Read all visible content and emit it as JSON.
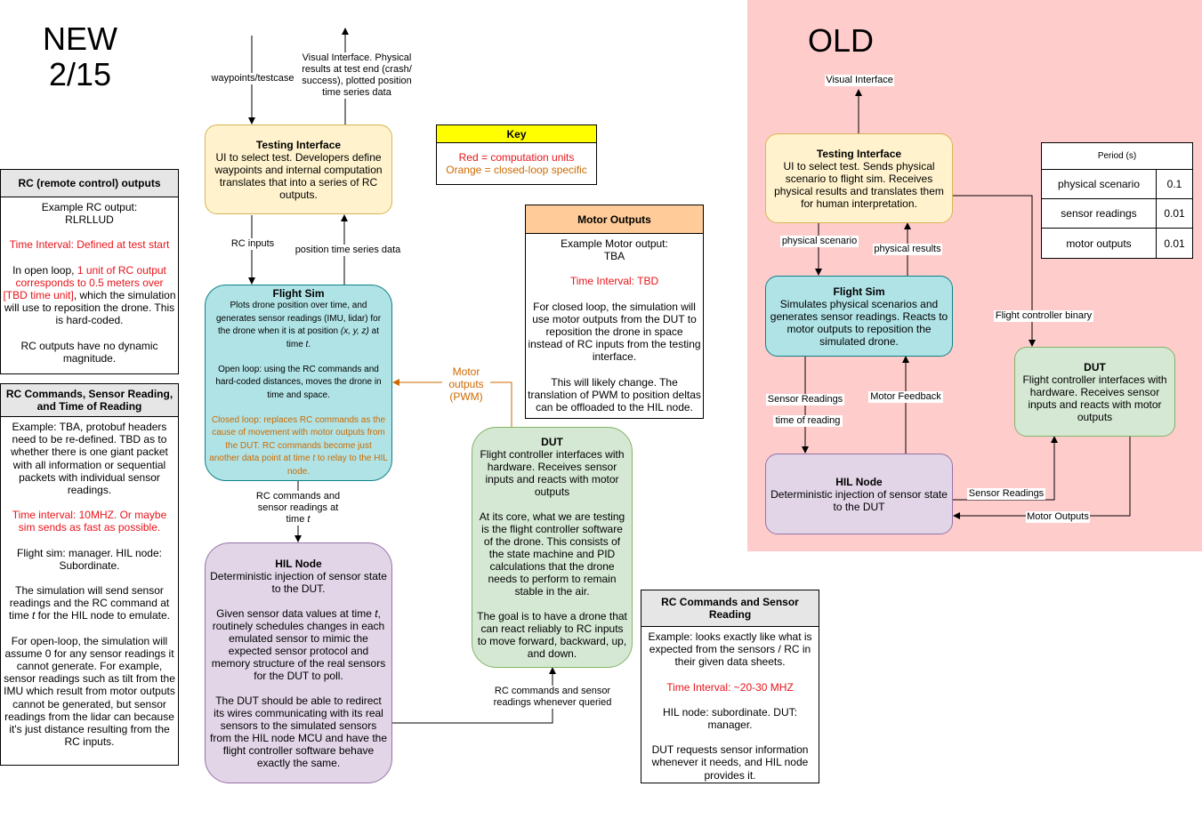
{
  "new_header": {
    "line1": "NEW",
    "line2": "2/15"
  },
  "old_header": "OLD",
  "key": {
    "title": "Key",
    "red": "Red = computation units",
    "orange": "Orange = closed-loop specific"
  },
  "rc_outputs": {
    "title": "RC (remote control) outputs",
    "example": "Example RC output: RLRLLUD",
    "time": "Time Interval: Defined at test start",
    "p1_a": "In open loop, ",
    "p1_red": "1 unit of RC output corresponds to 0.5 meters over [TBD time unit]",
    "p1_b": ", which the simulation will use to reposition the drone. This is hard-coded.",
    "p2": "RC outputs have no dynamic magnitude."
  },
  "rc_sensor_time": {
    "title": "RC Commands, Sensor Reading, and Time of Reading",
    "example": "Example: TBA, protobuf headers need to be re-defined. TBD as to whether there is one giant packet with all information or sequential packets with individual sensor readings.",
    "time": "Time interval: 10MHZ. Or maybe sim sends as fast as possible.",
    "roles": "Flight sim: manager. HIL node: Subordinate.",
    "p1_a": "The simulation will send sensor readings and the RC command at time ",
    "p1_t": "t",
    "p1_b": " for the HIL node to emulate.",
    "p2": "For open-loop, the simulation will assume 0 for any sensor readings it cannot generate. For example, sensor readings such as tilt from the IMU which result from motor outputs cannot be generated, but sensor readings from the lidar can because it's just distance resulting from the RC inputs."
  },
  "testing_interface_new": {
    "title": "Testing Interface",
    "body": "UI to select test. Developers define waypoints and internal computation translates that into a series of RC outputs."
  },
  "flight_sim_new": {
    "title": "Flight Sim",
    "p1_a": "Plots drone position over time, and generates sensor readings (IMU, lidar) for the drone when it is at position ",
    "p1_xyz": "(x, y, z)",
    "p1_b": " at time ",
    "p1_t": "t",
    "p1_c": ".",
    "p2": "Open loop: using the RC commands and hard-coded distances, moves the drone in time and space.",
    "p3_a": "Closed loop: replaces RC commands as the cause of movement with motor outputs from the DUT. RC commands become just another data point at time ",
    "p3_t": "t",
    "p3_b": " to relay to the HIL node."
  },
  "hil_new": {
    "title": "HIL Node",
    "body": "Deterministic injection of sensor state to the DUT.",
    "p1_a": "Given sensor data values at time ",
    "p1_t": "t",
    "p1_b": ", routinely schedules changes in each emulated sensor to mimic the expected sensor protocol and memory structure of the real sensors for the DUT to poll.",
    "p2": "The DUT should be able to redirect its wires communicating with its real sensors to the simulated sensors from the HIL node MCU and have the flight controller software behave exactly the same."
  },
  "dut_new": {
    "title": "DUT",
    "body": "Flight controller interfaces with hardware. Receives sensor inputs and reacts with motor outputs",
    "p1": "At its core, what we are testing is the flight controller software of the drone. This consists of the state machine and PID calculations that the drone needs to perform to remain stable in the air.",
    "p2": "The goal is to have a drone that can react reliably to RC inputs to move forward, backward, up, and down."
  },
  "motor_outputs": {
    "title": "Motor Outputs",
    "example": "Example Motor output: TBA",
    "time": "Time Interval: TBD",
    "p1": "For closed loop, the simulation will use motor outputs from the DUT to reposition the drone in space instead of RC inputs from the testing interface.",
    "p2": "This will likely change. The translation of PWM to position deltas can be offloaded to the HIL node."
  },
  "rc_sensor_reading": {
    "title": "RC Commands and Sensor Reading",
    "example": "Example: looks exactly like what is expected from the sensors / RC in their given data sheets.",
    "time": "Time Interval: ~20-30 MHZ",
    "roles": "HIL node: subordinate. DUT: manager.",
    "p1": "DUT requests sensor information whenever it needs, and HIL node provides it."
  },
  "new_labels": {
    "waypoints": "waypoints/testcase",
    "visual": "Visual Interface. Physical results at test end (crash/ success), plotted position time series data",
    "rc_inputs": "RC inputs",
    "position": "position time series data",
    "motor_pwm": "Motor outputs (PWM)",
    "rc_cmds_a": "RC commands and sensor readings at time ",
    "rc_cmds_t": "t",
    "rc_cmds_queried": "RC commands and sensor readings whenever queried"
  },
  "old": {
    "testing_interface": {
      "title": "Testing Interface",
      "body": "UI to select test. Sends physical scenario to flight sim. Receives physical results and translates them for human interpretation."
    },
    "flight_sim": {
      "title": "Flight Sim",
      "body": "Simulates physical scenarios and generates sensor readings. Reacts to motor outputs to reposition the simulated drone."
    },
    "hil": {
      "title": "HIL Node",
      "body": "Deterministic injection of sensor state to the DUT"
    },
    "dut": {
      "title": "DUT",
      "body": "Flight controller interfaces with hardware. Receives sensor inputs and reacts with motor outputs"
    },
    "labels": {
      "visual": "Visual Interface",
      "physical_scenario": "physical scenario",
      "physical_results": "physical results",
      "flight_binary": "Flight controller binary",
      "sensor_readings": "Sensor Readings",
      "time_of_reading": "time of reading",
      "motor_feedback": "Motor Feedback",
      "sensor_readings_2": "Sensor Readings",
      "motor_outputs": "Motor Outputs"
    },
    "period_table": {
      "header": "Period (s)",
      "rows": [
        {
          "name": "physical scenario",
          "value": "0.1"
        },
        {
          "name": "sensor readings",
          "value": "0.01"
        },
        {
          "name": "motor outputs",
          "value": "0.01"
        }
      ]
    }
  },
  "colors": {
    "yellow_fill": "#fff2cc",
    "yellow_stroke": "#d6b656",
    "blue_fill": "#b0e3e6",
    "blue_stroke": "#0e8088",
    "purple_fill": "#e1d5e7",
    "purple_stroke": "#9673a6",
    "green_fill": "#d5e8d4",
    "green_stroke": "#82b366",
    "orange_fill": "#ffcc99",
    "pink_bg": "#ffcccc",
    "key_yellow": "#ffff00",
    "grey_header": "#e6e6e6"
  }
}
